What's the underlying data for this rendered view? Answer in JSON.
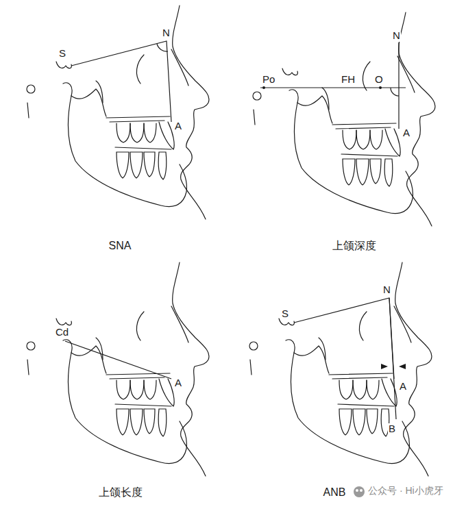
{
  "diagram": {
    "labels": [
      "S",
      "N",
      "A",
      "SNA",
      "N",
      "Po",
      "FH",
      "O",
      "A",
      "上颌深度",
      "Cd",
      "A",
      "上颌长度",
      "S",
      "N",
      "A",
      "B",
      "ANB",
      "公众号 · Hi小虎牙"
    ]
  }
}
